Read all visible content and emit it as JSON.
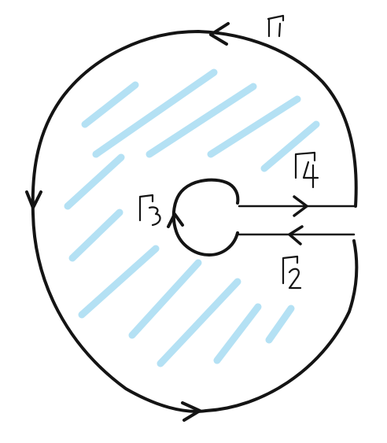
{
  "diagram": {
    "contours": [
      {
        "id": "gamma1",
        "name": "Γ",
        "subscript": "1",
        "orientation": "counterclockwise",
        "role": "outer-boundary"
      },
      {
        "id": "gamma2",
        "name": "Γ",
        "subscript": "2",
        "orientation": "leftward",
        "role": "lower-cut-edge"
      },
      {
        "id": "gamma3",
        "name": "Γ",
        "subscript": "3",
        "orientation": "clockwise",
        "role": "inner-boundary"
      },
      {
        "id": "gamma4",
        "name": "Γ",
        "subscript": "4",
        "orientation": "rightward",
        "role": "upper-cut-edge"
      }
    ],
    "colors": {
      "ink": "#141414",
      "shading": "#b4e1f4",
      "background": "#ffffff"
    }
  }
}
